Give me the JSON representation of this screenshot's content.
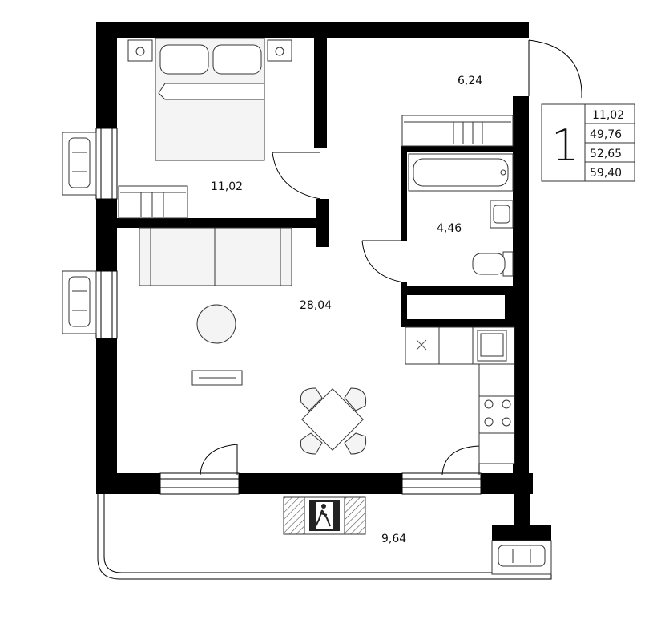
{
  "rooms": {
    "bedroom_area": "11,02",
    "hall_area": "6,24",
    "bathroom_area": "4,46",
    "living_area": "28,04",
    "balcony_area": "9,64"
  },
  "legend": {
    "rooms_count": "1",
    "values": [
      "11,02",
      "49,76",
      "52,65",
      "59,40"
    ]
  },
  "colors": {
    "wall": "#000000",
    "furniture_stroke": "#333333",
    "furniture_fill": "#f4f4f4",
    "background": "#ffffff"
  },
  "icons": {
    "exit": "emergency-exit-sign-icon",
    "ac": "air-conditioner-icon"
  }
}
